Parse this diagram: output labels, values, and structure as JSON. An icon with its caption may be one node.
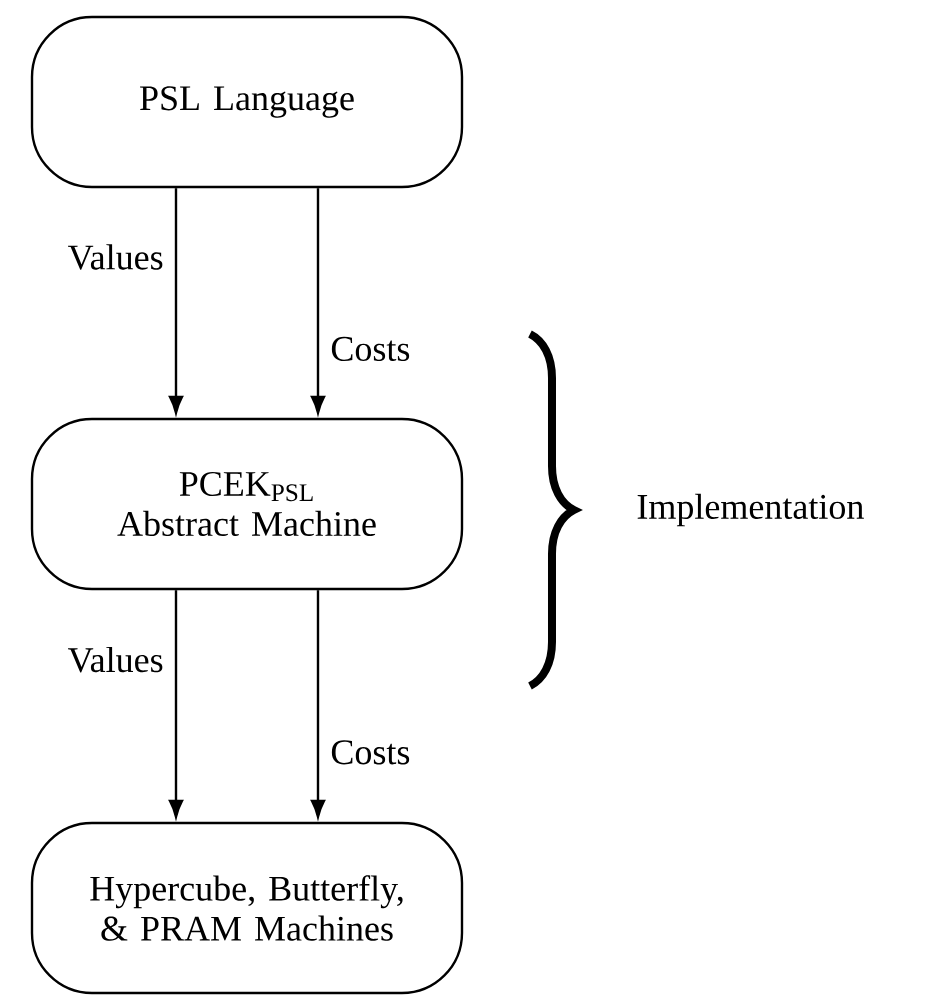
{
  "diagram": {
    "nodes": [
      {
        "text": [
          "PSL Language"
        ]
      },
      {
        "text": [
          "PCEK$_{PSL}$ Abstract Machine"
        ]
      },
      {
        "text": [
          "Hypercube, Butterfly, & PRAM Machines"
        ]
      }
    ],
    "edges": [
      {
        "from": 0,
        "to": 1,
        "arrow": "to",
        "label": "Values"
      },
      {
        "from": 0,
        "to": 1,
        "arrow": "to",
        "label": "Costs"
      },
      {
        "from": 1,
        "to": 2,
        "arrow": "to",
        "label": "Values"
      },
      {
        "from": 1,
        "to": 2,
        "arrow": "to",
        "label": "Costs"
      }
    ],
    "labels": [
      "Implementation"
    ]
  }
}
